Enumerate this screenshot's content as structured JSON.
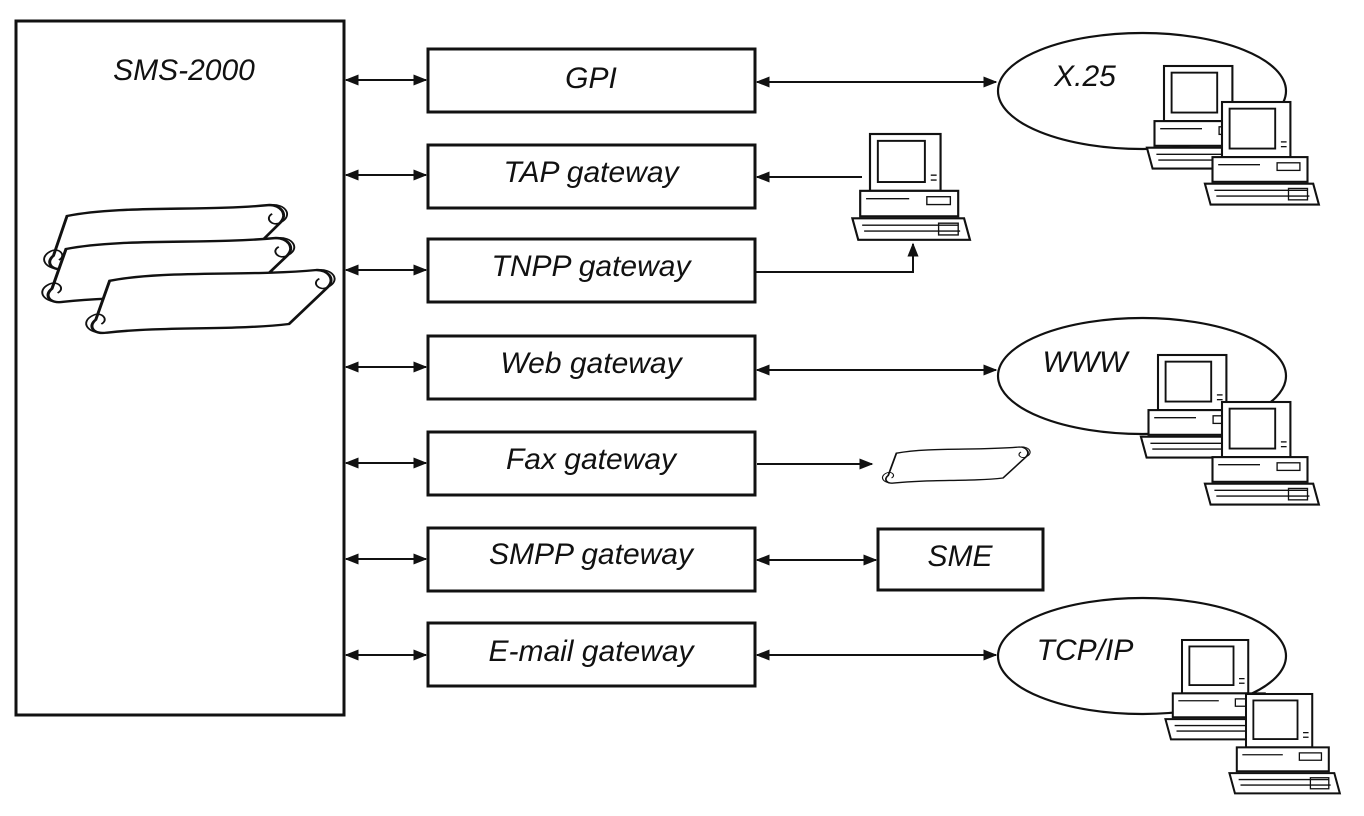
{
  "main_system": {
    "label": "SMS-2000"
  },
  "gateways": [
    {
      "id": "gpi",
      "label": "GPI"
    },
    {
      "id": "tap",
      "label": "TAP gateway"
    },
    {
      "id": "tnpp",
      "label": "TNPP gateway"
    },
    {
      "id": "web",
      "label": "Web gateway"
    },
    {
      "id": "fax",
      "label": "Fax gateway"
    },
    {
      "id": "smpp",
      "label": "SMPP gateway"
    },
    {
      "id": "email",
      "label": "E-mail gateway"
    }
  ],
  "networks": [
    {
      "id": "x25",
      "label": "X.25"
    },
    {
      "id": "www",
      "label": "WWW"
    },
    {
      "id": "tcpip",
      "label": "TCP/IP"
    }
  ],
  "endpoints": {
    "sme": {
      "label": "SME"
    }
  }
}
